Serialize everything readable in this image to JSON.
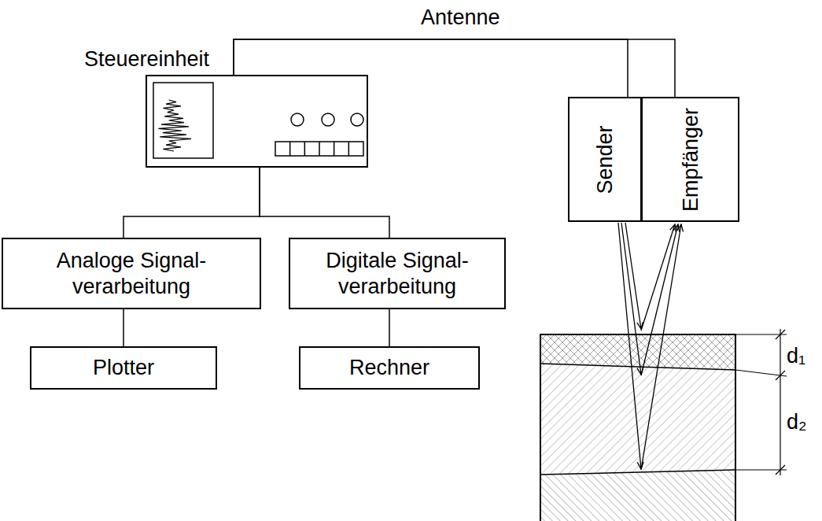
{
  "diagram": {
    "nodes": [
      {
        "text": [
          "Steuereinheit"
        ]
      },
      {
        "text": [
          "Analoge Signal- verarbeitung"
        ]
      },
      {
        "text": [
          "Digitale Signal- verarbeitung"
        ]
      },
      {
        "text": [
          "Plotter"
        ]
      },
      {
        "text": [
          "Rechner"
        ]
      },
      {
        "text": [
          "Sender"
        ]
      },
      {
        "text": [
          "Empfänger"
        ]
      }
    ],
    "edges": [
      {
        "from": 0,
        "to": 5,
        "arrow": "none"
      },
      {
        "from": 0,
        "to": 6,
        "arrow": "none"
      },
      {
        "from": 0,
        "to": 1,
        "arrow": "none"
      },
      {
        "from": 0,
        "to": 2,
        "arrow": "none"
      },
      {
        "from": 1,
        "to": 3,
        "arrow": "none"
      },
      {
        "from": 2,
        "to": 4,
        "arrow": "none"
      }
    ],
    "labels": [
      "Antenne",
      "d₁",
      "d₂"
    ]
  }
}
